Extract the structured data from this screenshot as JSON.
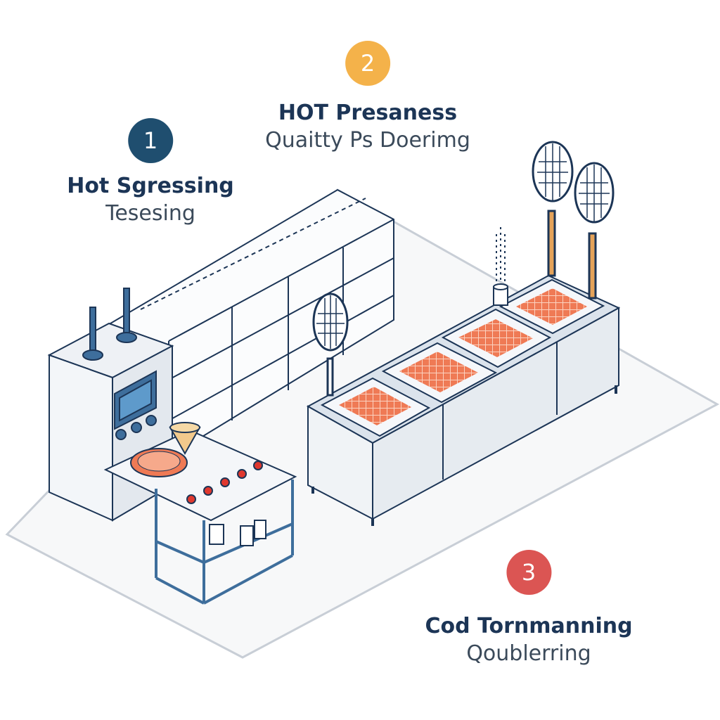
{
  "steps": [
    {
      "number": "1",
      "title": "Hot Sgressing",
      "subtitle": "Tesesing",
      "color": "#1f4e6f"
    },
    {
      "number": "2",
      "title": "HOT Presaness",
      "subtitle": "Quaitty Ps Doerimg",
      "color": "#f4b24a"
    },
    {
      "number": "3",
      "title": "Cod Tornmanning",
      "subtitle": "Qoublerring",
      "color": "#db5553"
    }
  ],
  "colors": {
    "outline": "#1c3556",
    "metal": "#f1f4f7",
    "metal_shade": "#dfe5ec",
    "blue_accent": "#3e6e9c",
    "tray_red": "#ef7a55",
    "floor": "#f6f7f8",
    "button_red": "#e0382e",
    "racket_handle": "#e5a35a"
  },
  "icons": [
    "racket-icon",
    "spray-can-icon",
    "funnel-icon",
    "pitcher-icon"
  ]
}
